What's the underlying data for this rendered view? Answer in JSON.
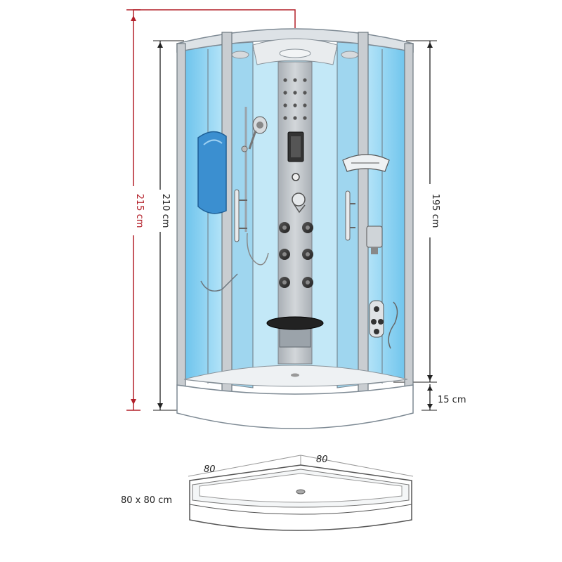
{
  "dimensions": {
    "total_height": "215 cm",
    "cabin_height": "210 cm",
    "door_height": "195 cm",
    "tray_height": "15 cm",
    "tray_side_left": "80",
    "tray_side_right": "80",
    "footprint": "80 x 80 cm"
  },
  "colors": {
    "accent_red": "#b3202a",
    "glass_blue": "#a9dcf2",
    "panel_grey": "#c9cdd1",
    "frame_grey": "#9aa3ab"
  },
  "icons": [
    "shower-head-icon",
    "massage-jet-icon",
    "seat-icon",
    "soap-dish-icon",
    "display-icon"
  ]
}
